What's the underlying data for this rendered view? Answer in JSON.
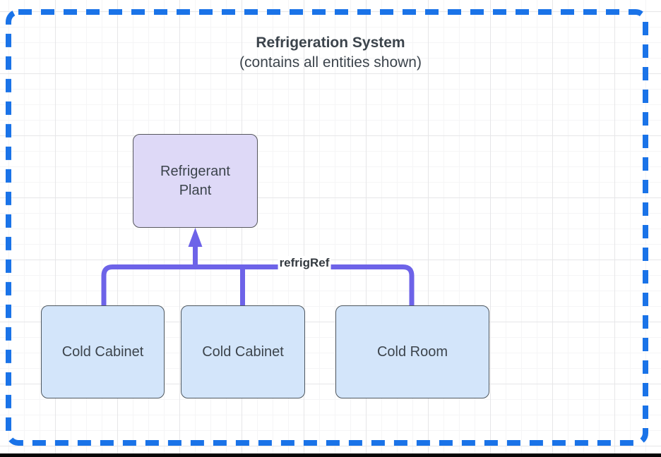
{
  "diagram": {
    "title": "Refrigeration System",
    "subtitle": "(contains all entities shown)",
    "nodes": [
      {
        "id": "refrigerant-plant",
        "label": "Refrigerant Plant"
      },
      {
        "id": "cold-cabinet-1",
        "label": "Cold Cabinet"
      },
      {
        "id": "cold-cabinet-2",
        "label": "Cold Cabinet"
      },
      {
        "id": "cold-room",
        "label": "Cold Room"
      }
    ],
    "edge_label": "refrigRef",
    "colors": {
      "frame_dash": "#1a73e8",
      "connector": "#6d63e8",
      "plant_fill": "#ded9f7",
      "plant_border": "#55565c",
      "cold_fill": "#d3e5fa",
      "cold_border": "#4e575f",
      "text": "#3c444c"
    }
  }
}
